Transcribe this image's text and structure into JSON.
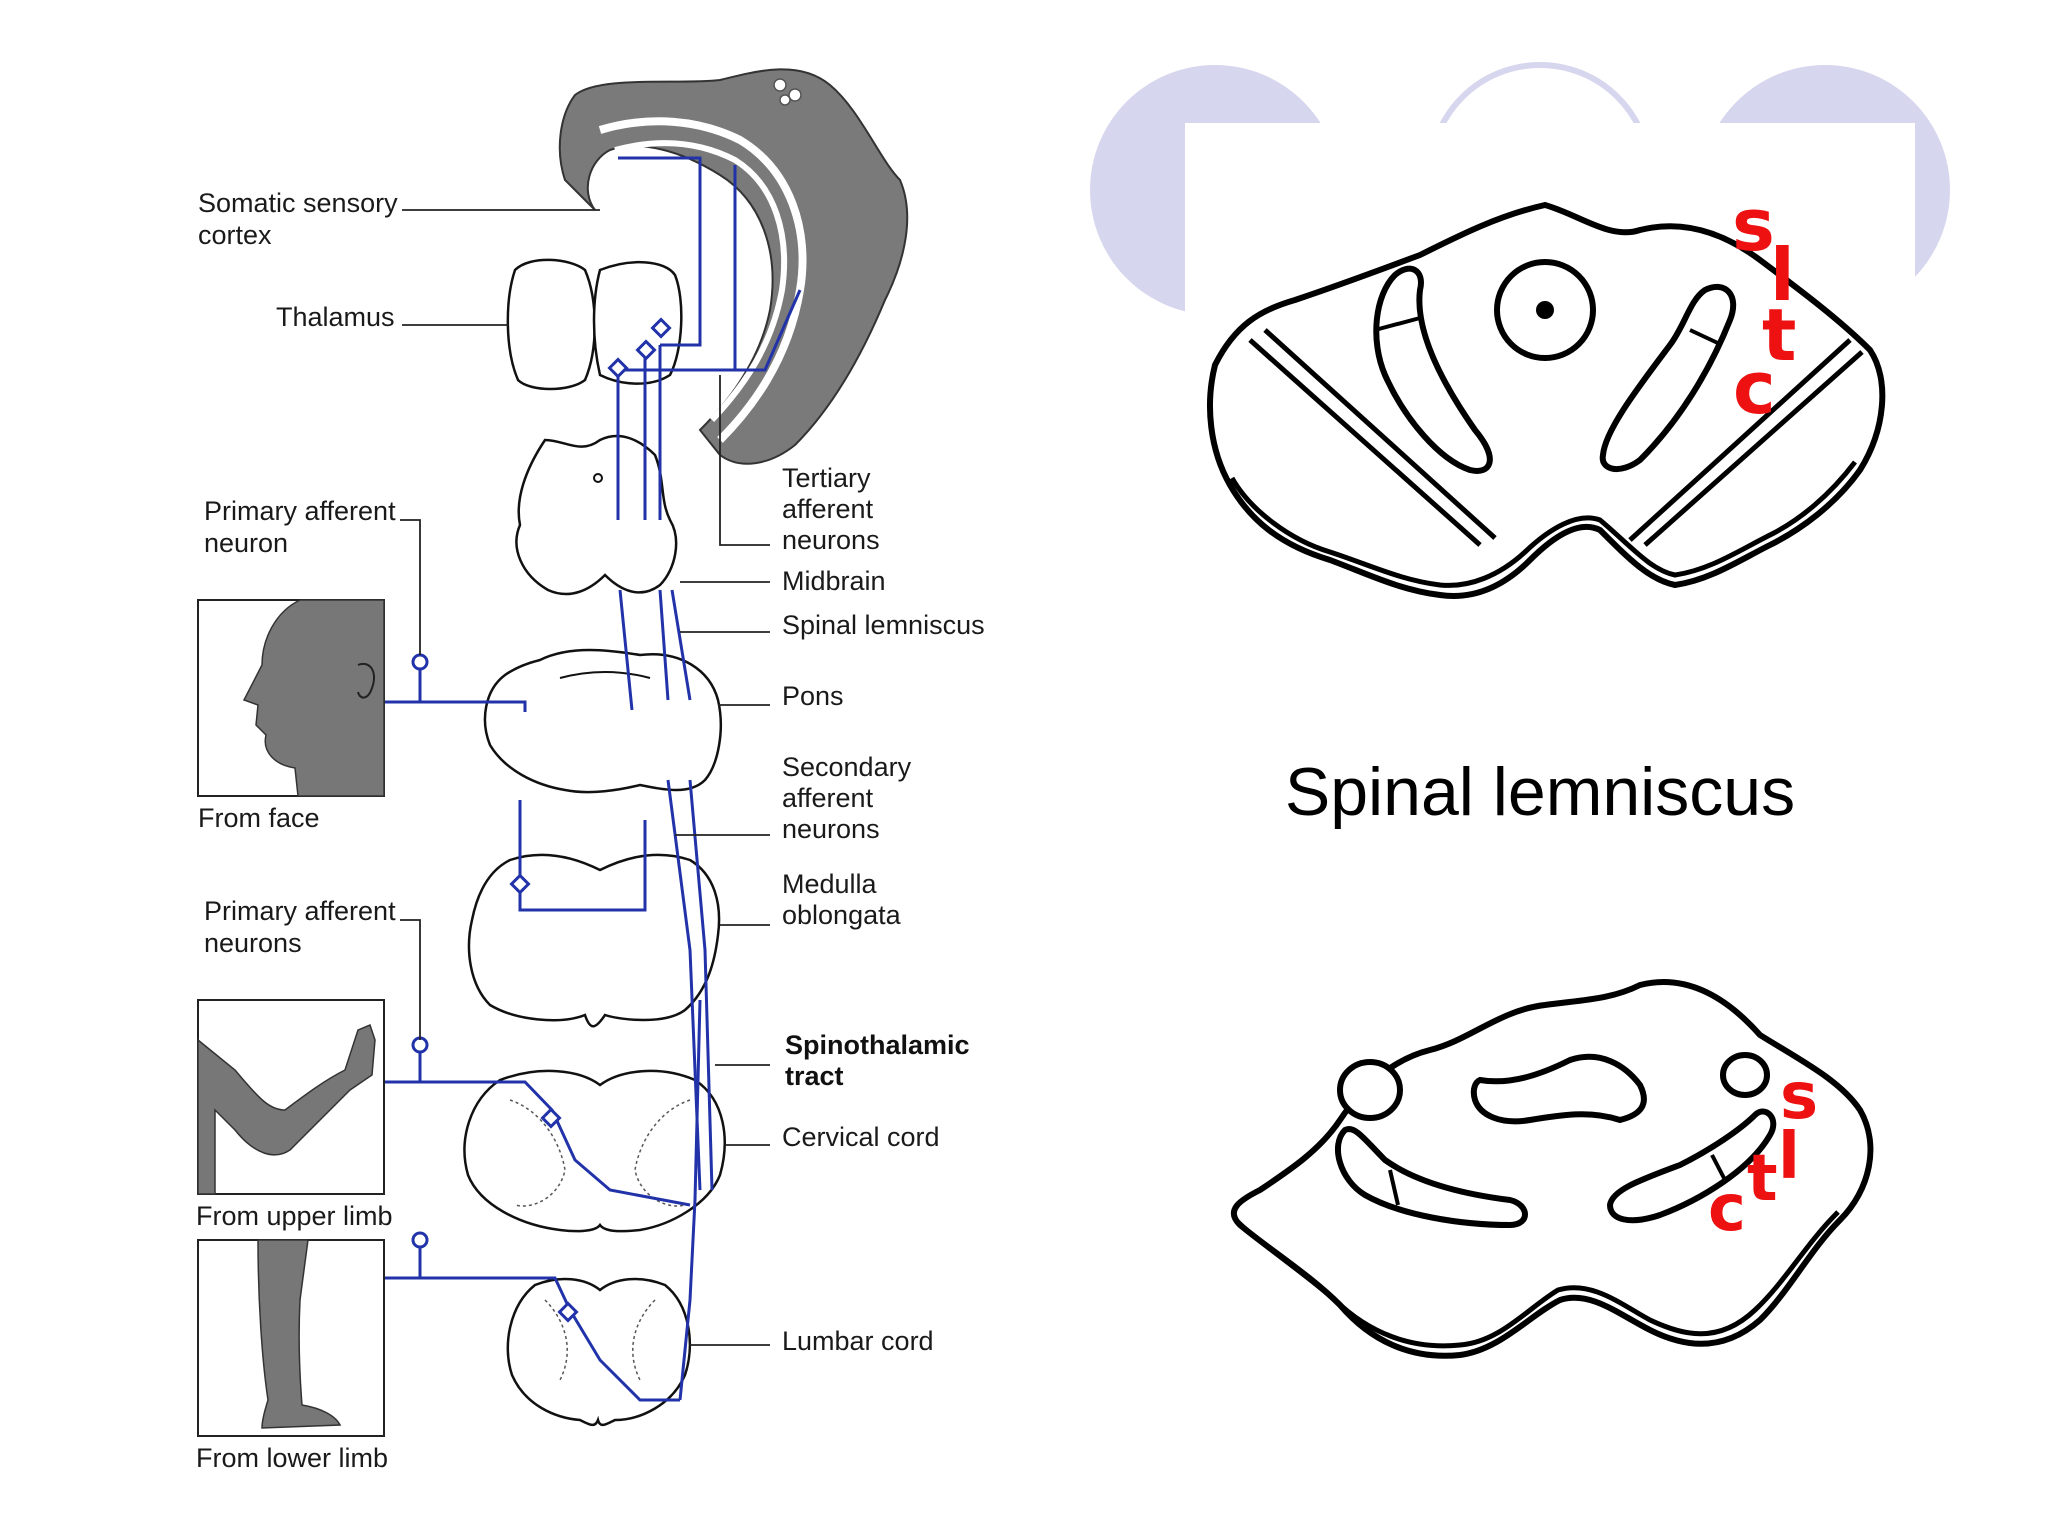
{
  "diagram": {
    "labels_right": {
      "tertiary": [
        "Tertiary",
        "afferent",
        "neurons"
      ],
      "midbrain": "Midbrain",
      "spinal_lemniscus": "Spinal lemniscus",
      "pons": "Pons",
      "secondary": [
        "Secondary",
        "afferent",
        "neurons"
      ],
      "medulla": [
        "Medulla",
        "oblongata"
      ],
      "spinothalamic": [
        "Spinothalamic",
        "tract"
      ],
      "cervical_cord": "Cervical cord",
      "lumbar_cord": "Lumbar cord"
    },
    "labels_left": {
      "cortex": [
        "Somatic sensory",
        "cortex"
      ],
      "thalamus": "Thalamus",
      "primary_afferent_neuron": [
        "Primary afferent",
        "neuron"
      ],
      "primary_afferent_neurons": [
        "Primary afferent",
        "neurons"
      ]
    },
    "panels": {
      "face": "From face",
      "upper_limb": "From upper limb",
      "lower_limb": "From lower limb"
    }
  },
  "slide": {
    "title": "Spinal lemniscus",
    "upper_section_letters": [
      "s",
      "l",
      "t",
      "c"
    ],
    "lower_section_letters": [
      "s",
      "l",
      "t",
      "c"
    ]
  },
  "colors": {
    "pathway": "#2233aa",
    "letters": "#ee1111",
    "decor_circles": "#d6d6ee"
  }
}
